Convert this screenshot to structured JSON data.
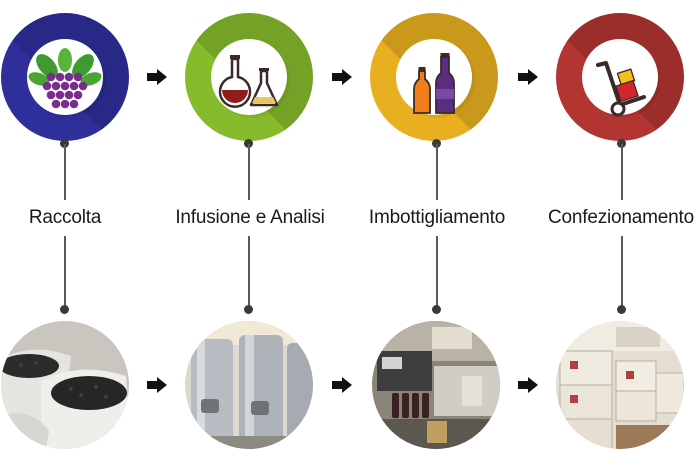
{
  "steps": [
    {
      "label": "Raccolta",
      "color": "#2e2f9a",
      "icon": "grapes-icon"
    },
    {
      "label": "Infusione e Analisi",
      "color": "#86bb2c",
      "icon": "lab-flasks-icon"
    },
    {
      "label": "Imbottigliamento",
      "color": "#e8b020",
      "icon": "bottles-icon"
    },
    {
      "label": "Confezionamento",
      "color": "#b33532",
      "icon": "hand-truck-icon"
    }
  ],
  "photos": [
    {
      "subject": "sacks of dried berries"
    },
    {
      "subject": "stainless steel tanks"
    },
    {
      "subject": "bottling line"
    },
    {
      "subject": "stacked cardboard boxes"
    }
  ]
}
